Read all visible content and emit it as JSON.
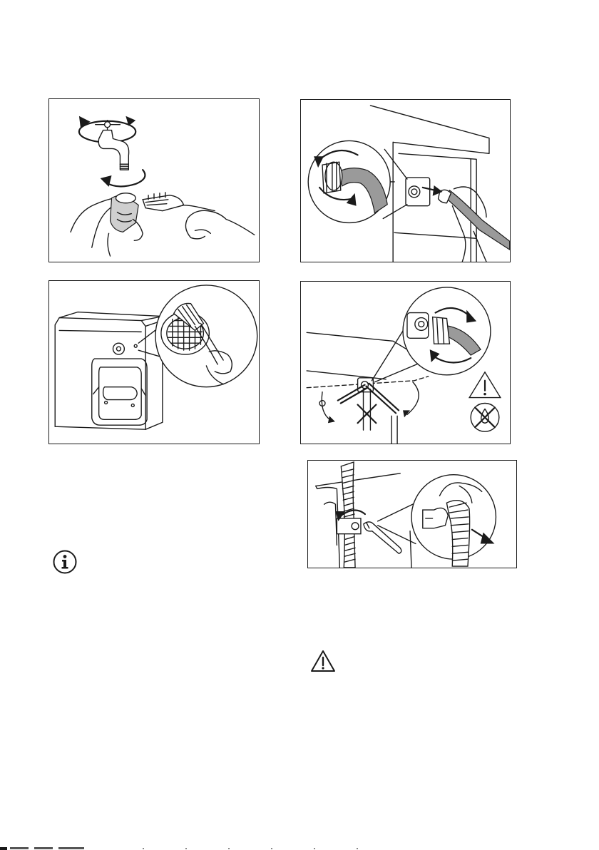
{
  "page": {
    "figures": [
      {
        "id": "clean-tap-inlet-filter",
        "icon": "tap-brush-cleaning-illustration"
      },
      {
        "id": "disconnect-inlet-hose",
        "icon": "inlet-hose-unscrew-illustration"
      },
      {
        "id": "clean-valve-filter",
        "icon": "valve-filter-brush-illustration"
      },
      {
        "id": "reconnect-inlet-hose",
        "icon": "inlet-hose-reconnect-illustration"
      },
      {
        "id": "remove-drain-hose",
        "icon": "drain-hose-clamp-illustration"
      }
    ],
    "notice_icons": [
      {
        "id": "info",
        "icon": "info-icon"
      },
      {
        "id": "warning",
        "icon": "warning-triangle-icon"
      },
      {
        "id": "no-water",
        "icon": "no-water-icon"
      }
    ],
    "colors": {
      "ink": "#1a1a1a",
      "paper": "#ffffff",
      "shade": "#9a9a9a"
    }
  }
}
